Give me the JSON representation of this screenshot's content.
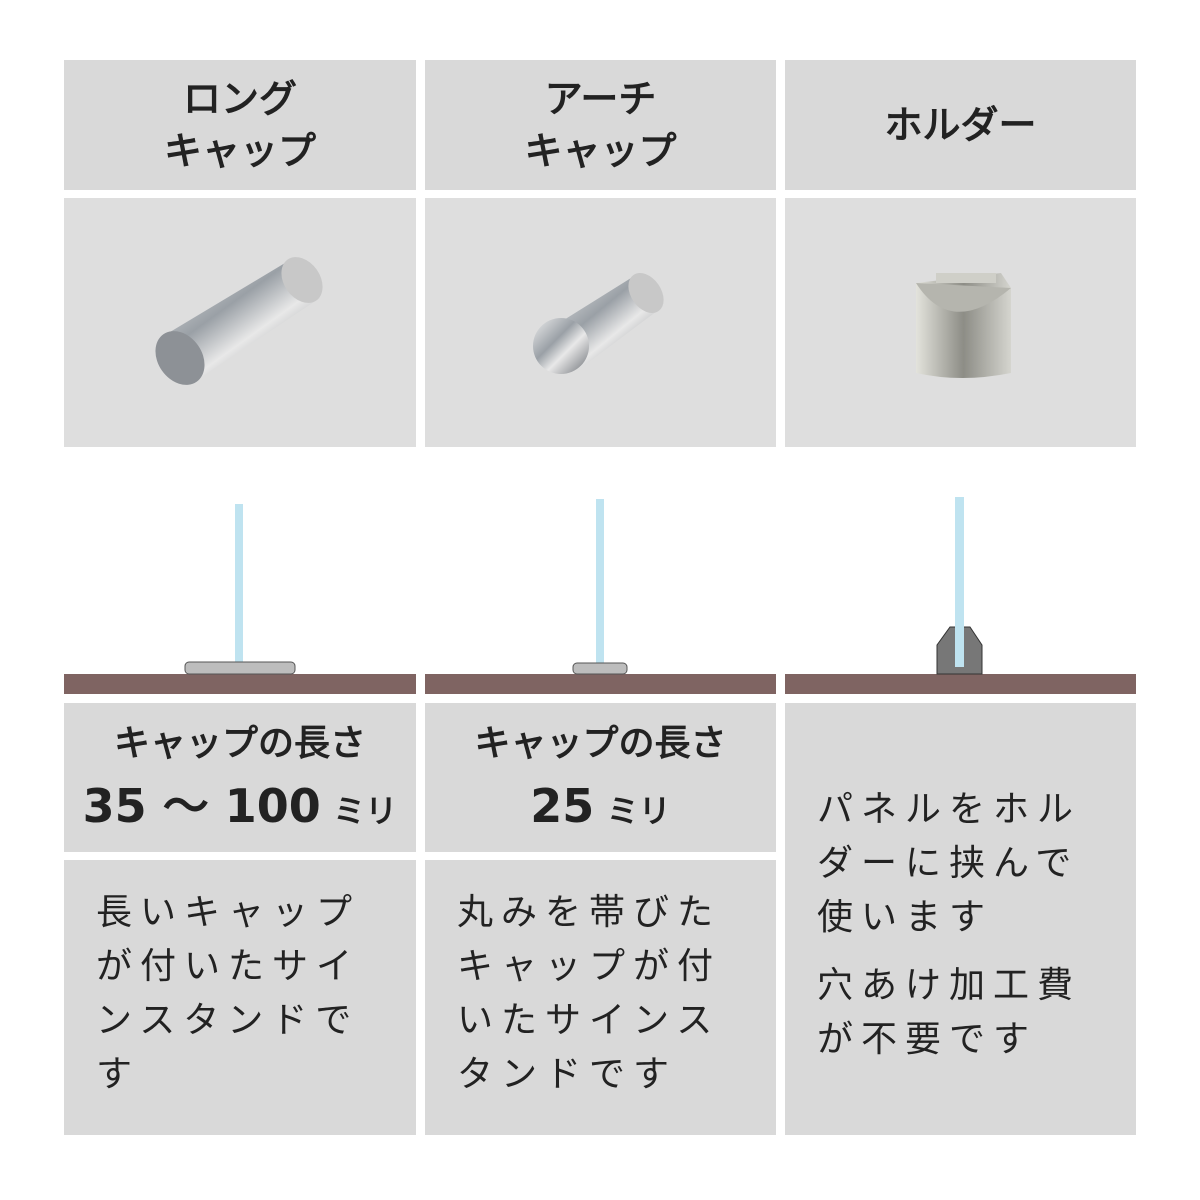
{
  "columns": [
    {
      "title": [
        "ロング",
        "キャップ"
      ],
      "spec_label": "キャップの長さ",
      "spec_value": "35 ～ 100",
      "spec_unit": "ミリ",
      "description": [
        "長いキャップ",
        "が付いたサイ",
        "ンスタンドで",
        "す"
      ]
    },
    {
      "title": [
        "アーチ",
        "キャップ"
      ],
      "spec_label": "キャップの長さ",
      "spec_value": "25",
      "spec_unit": "ミリ",
      "description": [
        "丸みを帯びた",
        "キャップが付",
        "いたサインス",
        "タンドです"
      ]
    },
    {
      "title": [
        "ホルダー"
      ],
      "description": [
        "パネルをホル",
        "ダーに挟んで",
        "使います"
      ],
      "note": [
        "穴あけ加工費",
        "が不要です"
      ]
    }
  ],
  "colors": {
    "cell": "#d9d9d9",
    "floor": "#7f6462",
    "glass": "#bfe3f0"
  }
}
